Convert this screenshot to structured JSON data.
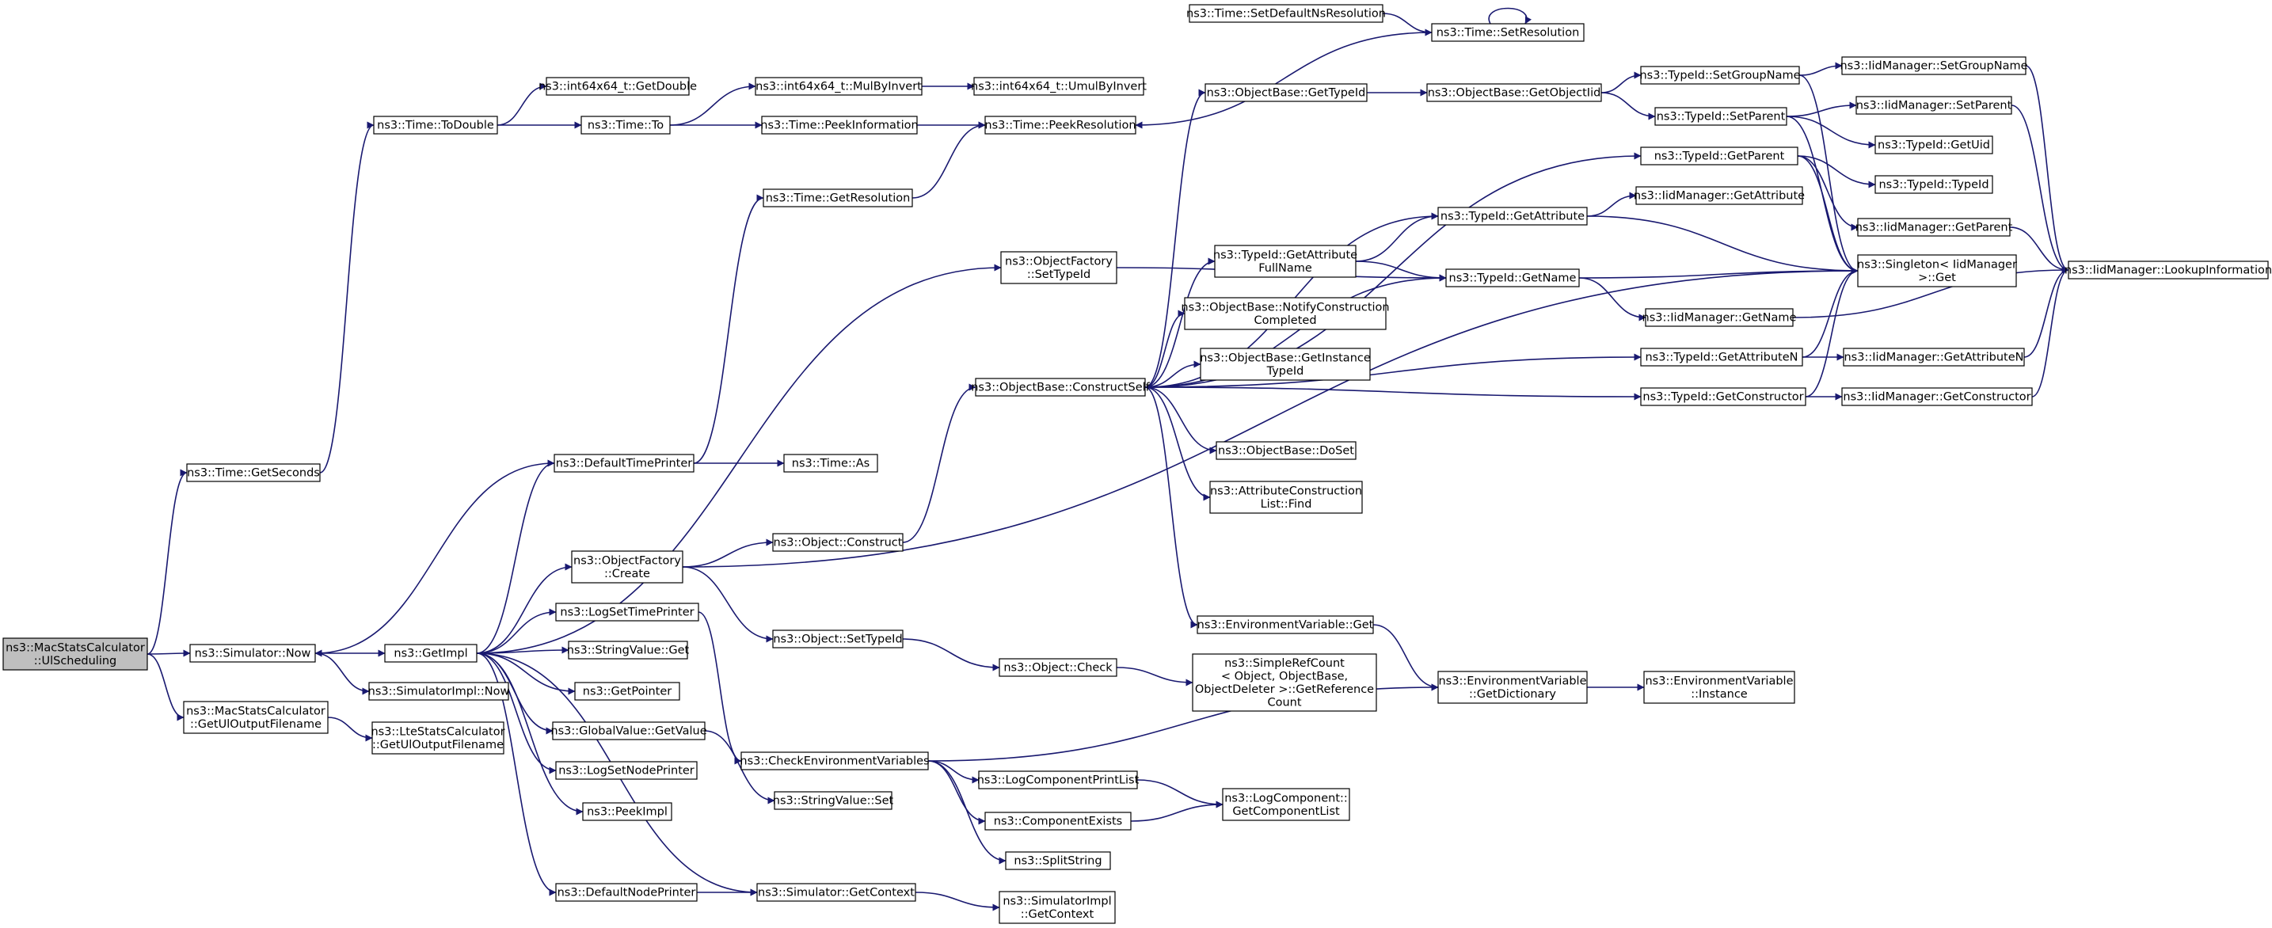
{
  "diagram": {
    "nodes": [
      {
        "id": "root",
        "lines": [
          "ns3::MacStatsCalculator",
          "::UlScheduling"
        ]
      },
      {
        "id": "getSeconds",
        "lines": [
          "ns3::Time::GetSeconds"
        ]
      },
      {
        "id": "simNow",
        "lines": [
          "ns3::Simulator::Now"
        ]
      },
      {
        "id": "getUlOut",
        "lines": [
          "ns3::MacStatsCalculator",
          "::GetUlOutputFilename"
        ]
      },
      {
        "id": "toDouble",
        "lines": [
          "ns3::Time::ToDouble"
        ]
      },
      {
        "id": "getDouble",
        "lines": [
          "ns3::int64x64_t::GetDouble"
        ]
      },
      {
        "id": "timeTo",
        "lines": [
          "ns3::Time::To"
        ]
      },
      {
        "id": "mulByInvert",
        "lines": [
          "ns3::int64x64_t::MulByInvert"
        ]
      },
      {
        "id": "umulByInvert",
        "lines": [
          "ns3::int64x64_t::UmulByInvert"
        ]
      },
      {
        "id": "peekInfo",
        "lines": [
          "ns3::Time::PeekInformation"
        ]
      },
      {
        "id": "peekRes",
        "lines": [
          "ns3::Time::PeekResolution"
        ]
      },
      {
        "id": "setDefNs",
        "lines": [
          "ns3::Time::SetDefaultNsResolution"
        ]
      },
      {
        "id": "setRes",
        "lines": [
          "ns3::Time::SetResolution"
        ]
      },
      {
        "id": "getRes",
        "lines": [
          "ns3::Time::GetResolution"
        ]
      },
      {
        "id": "getImpl",
        "lines": [
          "ns3::GetImpl"
        ]
      },
      {
        "id": "simImplNow",
        "lines": [
          "ns3::SimulatorImpl::Now"
        ]
      },
      {
        "id": "lteUlOut",
        "lines": [
          "ns3::LteStatsCalculator",
          "::GetUlOutputFilename"
        ]
      },
      {
        "id": "defTimePrinter",
        "lines": [
          "ns3::DefaultTimePrinter"
        ]
      },
      {
        "id": "timeAs",
        "lines": [
          "ns3::Time::As"
        ]
      },
      {
        "id": "ofCreate",
        "lines": [
          "ns3::ObjectFactory",
          "::Create"
        ]
      },
      {
        "id": "logSetTime",
        "lines": [
          "ns3::LogSetTimePrinter"
        ]
      },
      {
        "id": "strValGet",
        "lines": [
          "ns3::StringValue::Get"
        ]
      },
      {
        "id": "getPointer",
        "lines": [
          "ns3::GetPointer"
        ]
      },
      {
        "id": "gvGetValue",
        "lines": [
          "ns3::GlobalValue::GetValue"
        ]
      },
      {
        "id": "logSetNode",
        "lines": [
          "ns3::LogSetNodePrinter"
        ]
      },
      {
        "id": "peekImpl",
        "lines": [
          "ns3::PeekImpl"
        ]
      },
      {
        "id": "defNodePrinter",
        "lines": [
          "ns3::DefaultNodePrinter"
        ]
      },
      {
        "id": "simGetContext",
        "lines": [
          "ns3::Simulator::GetContext"
        ]
      },
      {
        "id": "simImplGetContext",
        "lines": [
          "ns3::SimulatorImpl",
          "::GetContext"
        ]
      },
      {
        "id": "ofSetTypeId",
        "lines": [
          "ns3::ObjectFactory",
          "::SetTypeId"
        ]
      },
      {
        "id": "objConstruct",
        "lines": [
          "ns3::Object::Construct"
        ]
      },
      {
        "id": "objSetTypeId",
        "lines": [
          "ns3::Object::SetTypeId"
        ]
      },
      {
        "id": "objCheck",
        "lines": [
          "ns3::Object::Check"
        ]
      },
      {
        "id": "simpleRef",
        "lines": [
          "ns3::SimpleRefCount",
          "< Object, ObjectBase,",
          "ObjectDeleter >::GetReference",
          "Count"
        ]
      },
      {
        "id": "checkEnv",
        "lines": [
          "ns3::CheckEnvironmentVariables"
        ]
      },
      {
        "id": "strValSet",
        "lines": [
          "ns3::StringValue::Set"
        ]
      },
      {
        "id": "logCompPrint",
        "lines": [
          "ns3::LogComponentPrintList"
        ]
      },
      {
        "id": "compExists",
        "lines": [
          "ns3::ComponentExists"
        ]
      },
      {
        "id": "splitString",
        "lines": [
          "ns3::SplitString"
        ]
      },
      {
        "id": "logCompList",
        "lines": [
          "ns3::LogComponent::",
          "GetComponentList"
        ]
      },
      {
        "id": "constructSelf",
        "lines": [
          "ns3::ObjectBase::ConstructSelf"
        ]
      },
      {
        "id": "obGetTypeId",
        "lines": [
          "ns3::ObjectBase::GetTypeId"
        ]
      },
      {
        "id": "tidGetAttrFull",
        "lines": [
          "ns3::TypeId::GetAttribute",
          "FullName"
        ]
      },
      {
        "id": "obNotify",
        "lines": [
          "ns3::ObjectBase::NotifyConstruction",
          "Completed"
        ]
      },
      {
        "id": "obGetInstance",
        "lines": [
          "ns3::ObjectBase::GetInstance",
          "TypeId"
        ]
      },
      {
        "id": "obDoSet",
        "lines": [
          "ns3::ObjectBase::DoSet"
        ]
      },
      {
        "id": "acFind",
        "lines": [
          "ns3::AttributeConstruction",
          "List::Find"
        ]
      },
      {
        "id": "envGet",
        "lines": [
          "ns3::EnvironmentVariable::Get"
        ]
      },
      {
        "id": "envGetDict",
        "lines": [
          "ns3::EnvironmentVariable",
          "::GetDictionary"
        ]
      },
      {
        "id": "envInstance",
        "lines": [
          "ns3::EnvironmentVariable",
          "::Instance"
        ]
      },
      {
        "id": "obGetObjectIid",
        "lines": [
          "ns3::ObjectBase::GetObjectIid"
        ]
      },
      {
        "id": "tidSetGroup",
        "lines": [
          "ns3::TypeId::SetGroupName"
        ]
      },
      {
        "id": "tidSetParent",
        "lines": [
          "ns3::TypeId::SetParent"
        ]
      },
      {
        "id": "tidGetParent",
        "lines": [
          "ns3::TypeId::GetParent"
        ]
      },
      {
        "id": "tidGetAttr",
        "lines": [
          "ns3::TypeId::GetAttribute"
        ]
      },
      {
        "id": "tidGetName",
        "lines": [
          "ns3::TypeId::GetName"
        ]
      },
      {
        "id": "tidGetAttrN",
        "lines": [
          "ns3::TypeId::GetAttributeN"
        ]
      },
      {
        "id": "tidGetCtor",
        "lines": [
          "ns3::TypeId::GetConstructor"
        ]
      },
      {
        "id": "iidGetAttr",
        "lines": [
          "ns3::IidManager::GetAttribute"
        ]
      },
      {
        "id": "singletonGet",
        "lines": [
          "ns3::Singleton< IidManager",
          ">::Get"
        ]
      },
      {
        "id": "iidGetName",
        "lines": [
          "ns3::IidManager::GetName"
        ]
      },
      {
        "id": "iidSetGroup",
        "lines": [
          "ns3::IidManager::SetGroupName"
        ]
      },
      {
        "id": "iidSetParent",
        "lines": [
          "ns3::IidManager::SetParent"
        ]
      },
      {
        "id": "tidGetUid",
        "lines": [
          "ns3::TypeId::GetUid"
        ]
      },
      {
        "id": "tidTypeId",
        "lines": [
          "ns3::TypeId::TypeId"
        ]
      },
      {
        "id": "iidGetParent",
        "lines": [
          "ns3::IidManager::GetParent"
        ]
      },
      {
        "id": "iidGetAttrN",
        "lines": [
          "ns3::IidManager::GetAttributeN"
        ]
      },
      {
        "id": "iidGetCtor",
        "lines": [
          "ns3::IidManager::GetConstructor"
        ]
      },
      {
        "id": "iidLookup",
        "lines": [
          "ns3::IidManager::LookupInformation"
        ]
      }
    ],
    "edges": [
      [
        "root",
        "getSeconds"
      ],
      [
        "root",
        "simNow"
      ],
      [
        "root",
        "getUlOut"
      ],
      [
        "getSeconds",
        "toDouble"
      ],
      [
        "toDouble",
        "getDouble"
      ],
      [
        "toDouble",
        "timeTo"
      ],
      [
        "timeTo",
        "mulByInvert"
      ],
      [
        "timeTo",
        "peekInfo"
      ],
      [
        "mulByInvert",
        "umulByInvert"
      ],
      [
        "peekInfo",
        "peekRes"
      ],
      [
        "setDefNs",
        "setRes"
      ],
      [
        "setRes",
        "setRes"
      ],
      [
        "setRes",
        "peekRes"
      ],
      [
        "getRes",
        "peekRes"
      ],
      [
        "simNow",
        "getImpl"
      ],
      [
        "simNow",
        "simImplNow"
      ],
      [
        "getUlOut",
        "lteUlOut"
      ],
      [
        "getImpl",
        "defTimePrinter"
      ],
      [
        "defTimePrinter",
        "simNow"
      ],
      [
        "defTimePrinter",
        "getRes"
      ],
      [
        "defTimePrinter",
        "timeAs"
      ],
      [
        "getImpl",
        "ofSetTypeId"
      ],
      [
        "getImpl",
        "ofCreate"
      ],
      [
        "getImpl",
        "logSetTime"
      ],
      [
        "getImpl",
        "strValGet"
      ],
      [
        "getImpl",
        "getPointer"
      ],
      [
        "getImpl",
        "gvGetValue"
      ],
      [
        "getImpl",
        "logSetNode"
      ],
      [
        "getImpl",
        "peekImpl"
      ],
      [
        "getImpl",
        "defNodePrinter"
      ],
      [
        "getImpl",
        "simGetContext"
      ],
      [
        "ofSetTypeId",
        "tidGetName"
      ],
      [
        "ofCreate",
        "objConstruct"
      ],
      [
        "ofCreate",
        "objSetTypeId"
      ],
      [
        "ofCreate",
        "singletonGet"
      ],
      [
        "objConstruct",
        "constructSelf"
      ],
      [
        "objSetTypeId",
        "objCheck"
      ],
      [
        "objCheck",
        "simpleRef"
      ],
      [
        "logSetTime",
        "checkEnv"
      ],
      [
        "gvGetValue",
        "strValSet"
      ],
      [
        "defNodePrinter",
        "simGetContext"
      ],
      [
        "simGetContext",
        "simImplGetContext"
      ],
      [
        "checkEnv",
        "envGetDict"
      ],
      [
        "checkEnv",
        "logCompPrint"
      ],
      [
        "checkEnv",
        "compExists"
      ],
      [
        "checkEnv",
        "splitString"
      ],
      [
        "logCompPrint",
        "logCompList"
      ],
      [
        "compExists",
        "logCompList"
      ],
      [
        "constructSelf",
        "obGetTypeId"
      ],
      [
        "constructSelf",
        "tidGetParent"
      ],
      [
        "constructSelf",
        "tidGetAttr"
      ],
      [
        "constructSelf",
        "tidGetAttrFull"
      ],
      [
        "constructSelf",
        "obNotify"
      ],
      [
        "constructSelf",
        "obGetInstance"
      ],
      [
        "constructSelf",
        "tidGetName"
      ],
      [
        "constructSelf",
        "obDoSet"
      ],
      [
        "constructSelf",
        "acFind"
      ],
      [
        "constructSelf",
        "envGet"
      ],
      [
        "constructSelf",
        "tidGetAttrN"
      ],
      [
        "constructSelf",
        "tidGetCtor"
      ],
      [
        "envGet",
        "envGetDict"
      ],
      [
        "envGetDict",
        "envInstance"
      ],
      [
        "obGetTypeId",
        "obGetObjectIid"
      ],
      [
        "obGetObjectIid",
        "tidSetGroup"
      ],
      [
        "obGetObjectIid",
        "tidSetParent"
      ],
      [
        "tidGetAttrFull",
        "tidGetAttr"
      ],
      [
        "tidGetAttrFull",
        "tidGetName"
      ],
      [
        "tidSetGroup",
        "iidSetGroup"
      ],
      [
        "tidSetGroup",
        "singletonGet"
      ],
      [
        "tidSetParent",
        "iidSetParent"
      ],
      [
        "tidSetParent",
        "tidGetUid"
      ],
      [
        "tidSetParent",
        "singletonGet"
      ],
      [
        "tidGetParent",
        "tidTypeId"
      ],
      [
        "tidGetParent",
        "iidGetParent"
      ],
      [
        "tidGetParent",
        "singletonGet"
      ],
      [
        "tidGetAttr",
        "iidGetAttr"
      ],
      [
        "tidGetAttr",
        "singletonGet"
      ],
      [
        "tidGetName",
        "singletonGet"
      ],
      [
        "tidGetName",
        "iidGetName"
      ],
      [
        "tidGetAttrN",
        "singletonGet"
      ],
      [
        "tidGetAttrN",
        "iidGetAttrN"
      ],
      [
        "tidGetCtor",
        "singletonGet"
      ],
      [
        "tidGetCtor",
        "iidGetCtor"
      ],
      [
        "iidSetGroup",
        "iidLookup"
      ],
      [
        "iidSetParent",
        "iidLookup"
      ],
      [
        "iidGetParent",
        "iidLookup"
      ],
      [
        "iidGetName",
        "iidLookup"
      ],
      [
        "iidGetAttrN",
        "iidLookup"
      ],
      [
        "iidGetCtor",
        "iidLookup"
      ]
    ]
  }
}
